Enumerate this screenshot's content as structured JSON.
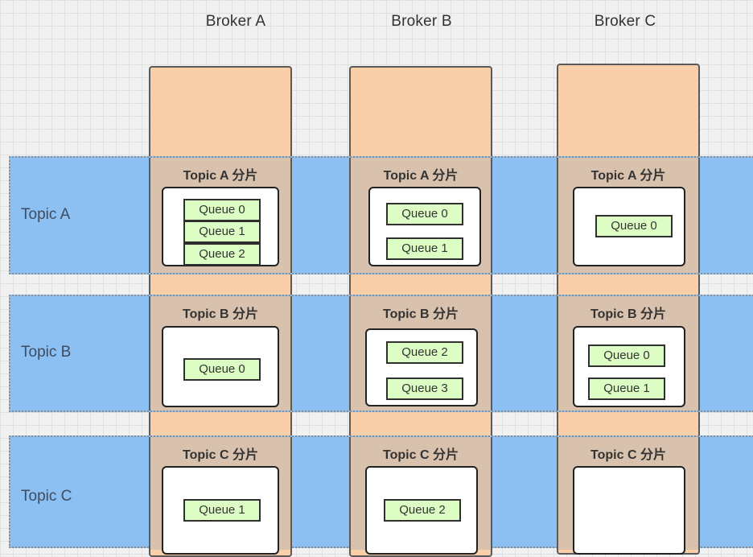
{
  "brokers": [
    "Broker A",
    "Broker B",
    "Broker C"
  ],
  "topics": [
    "Topic A",
    "Topic B",
    "Topic C"
  ],
  "shard_titles": {
    "a": "Topic A 分片",
    "b": "Topic B 分片",
    "c": "Topic C 分片"
  },
  "queues": {
    "ba_ta": [
      "Queue 0",
      "Queue 1",
      "Queue 2"
    ],
    "bb_ta": [
      "Queue 0",
      "Queue 1"
    ],
    "bc_ta": [
      "Queue 0"
    ],
    "ba_tb": [
      "Queue 0"
    ],
    "bb_tb": [
      "Queue 2",
      "Queue 3"
    ],
    "bc_tb": [
      "Queue 0",
      "Queue 1"
    ],
    "ba_tc": [
      "Queue 1"
    ],
    "bb_tc": [
      "Queue 2"
    ]
  }
}
